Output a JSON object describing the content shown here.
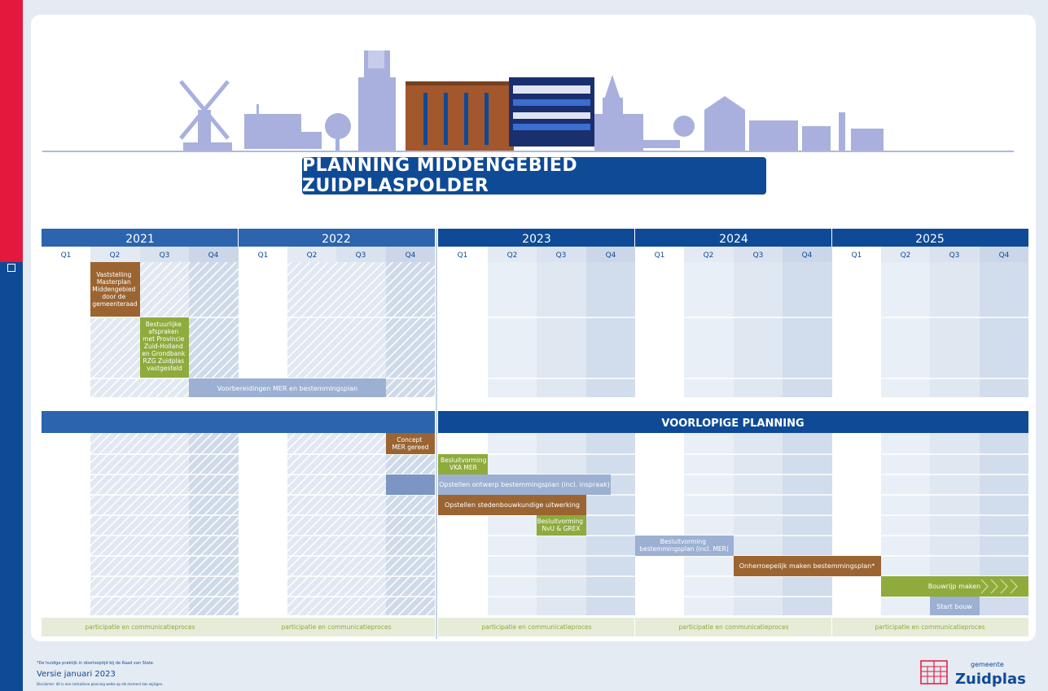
{
  "title": "PLANNING MIDDENGEBIED ZUIDPLASPOLDER",
  "quarters": [
    "Q1",
    "Q2",
    "Q3",
    "Q4"
  ],
  "years": [
    {
      "label": "2021"
    },
    {
      "label": "2022"
    },
    {
      "label": "2023"
    },
    {
      "label": "2024"
    },
    {
      "label": "2025"
    }
  ],
  "section2_header": "VOORLOPIGE PLANNING",
  "top_bars": [
    {
      "text": "Vaststelling Masterplan Middengebied door de gemeenteraad",
      "color": "brown"
    },
    {
      "text": "Bestuurlijke afspraken met Provincie Zuid-Holland en Grondbank RZG Zuidplas vastgesteld",
      "color": "green"
    },
    {
      "text": "Voorbereidingen MER en bestemmingsplan",
      "color": "lightblue"
    }
  ],
  "bottom_bars": [
    {
      "text": "Concept MER gereed",
      "color": "brown"
    },
    {
      "text": "Besluitvorming VKA MER",
      "color": "green"
    },
    {
      "text": "Opstellen ontwerp bestemmingsplan (incl. inspraak)",
      "color": "lightblue"
    },
    {
      "text": "Opstellen stedenbouwkundige uitwerking",
      "color": "brown"
    },
    {
      "text": "Besluitvorming NvU & GREX",
      "color": "green"
    },
    {
      "text": "Besluitvorming bestemmingsplan (incl. MER)",
      "color": "lightblue"
    },
    {
      "text": "Onherroepelijk maken bestemmingsplan*",
      "color": "brown"
    },
    {
      "text": "Bouwrijp maken",
      "color": "green"
    },
    {
      "text": "Start bouw",
      "color": "lightblue"
    }
  ],
  "participation_label": "participatie en communicatieproces",
  "footnote": "*De huidige praktijk in doorlooptijd bij de Raad van State.",
  "version": "Versie januari 2023",
  "disclaimer": "Disclaimer: dit is een indicatieve planning welke op elk moment kan wijzigen.",
  "logo": {
    "small": "gemeente",
    "big": "Zuidplas"
  },
  "colors": {
    "navy": "#0f4a96",
    "brown": "#9b6431",
    "green": "#8eab3c",
    "lightblue": "#9bb0d3",
    "band1": "#ffffff",
    "band2": "#e9eff6",
    "band3": "#dfe7f1",
    "band4": "#d1dced",
    "participation": "#e6ecd7"
  }
}
